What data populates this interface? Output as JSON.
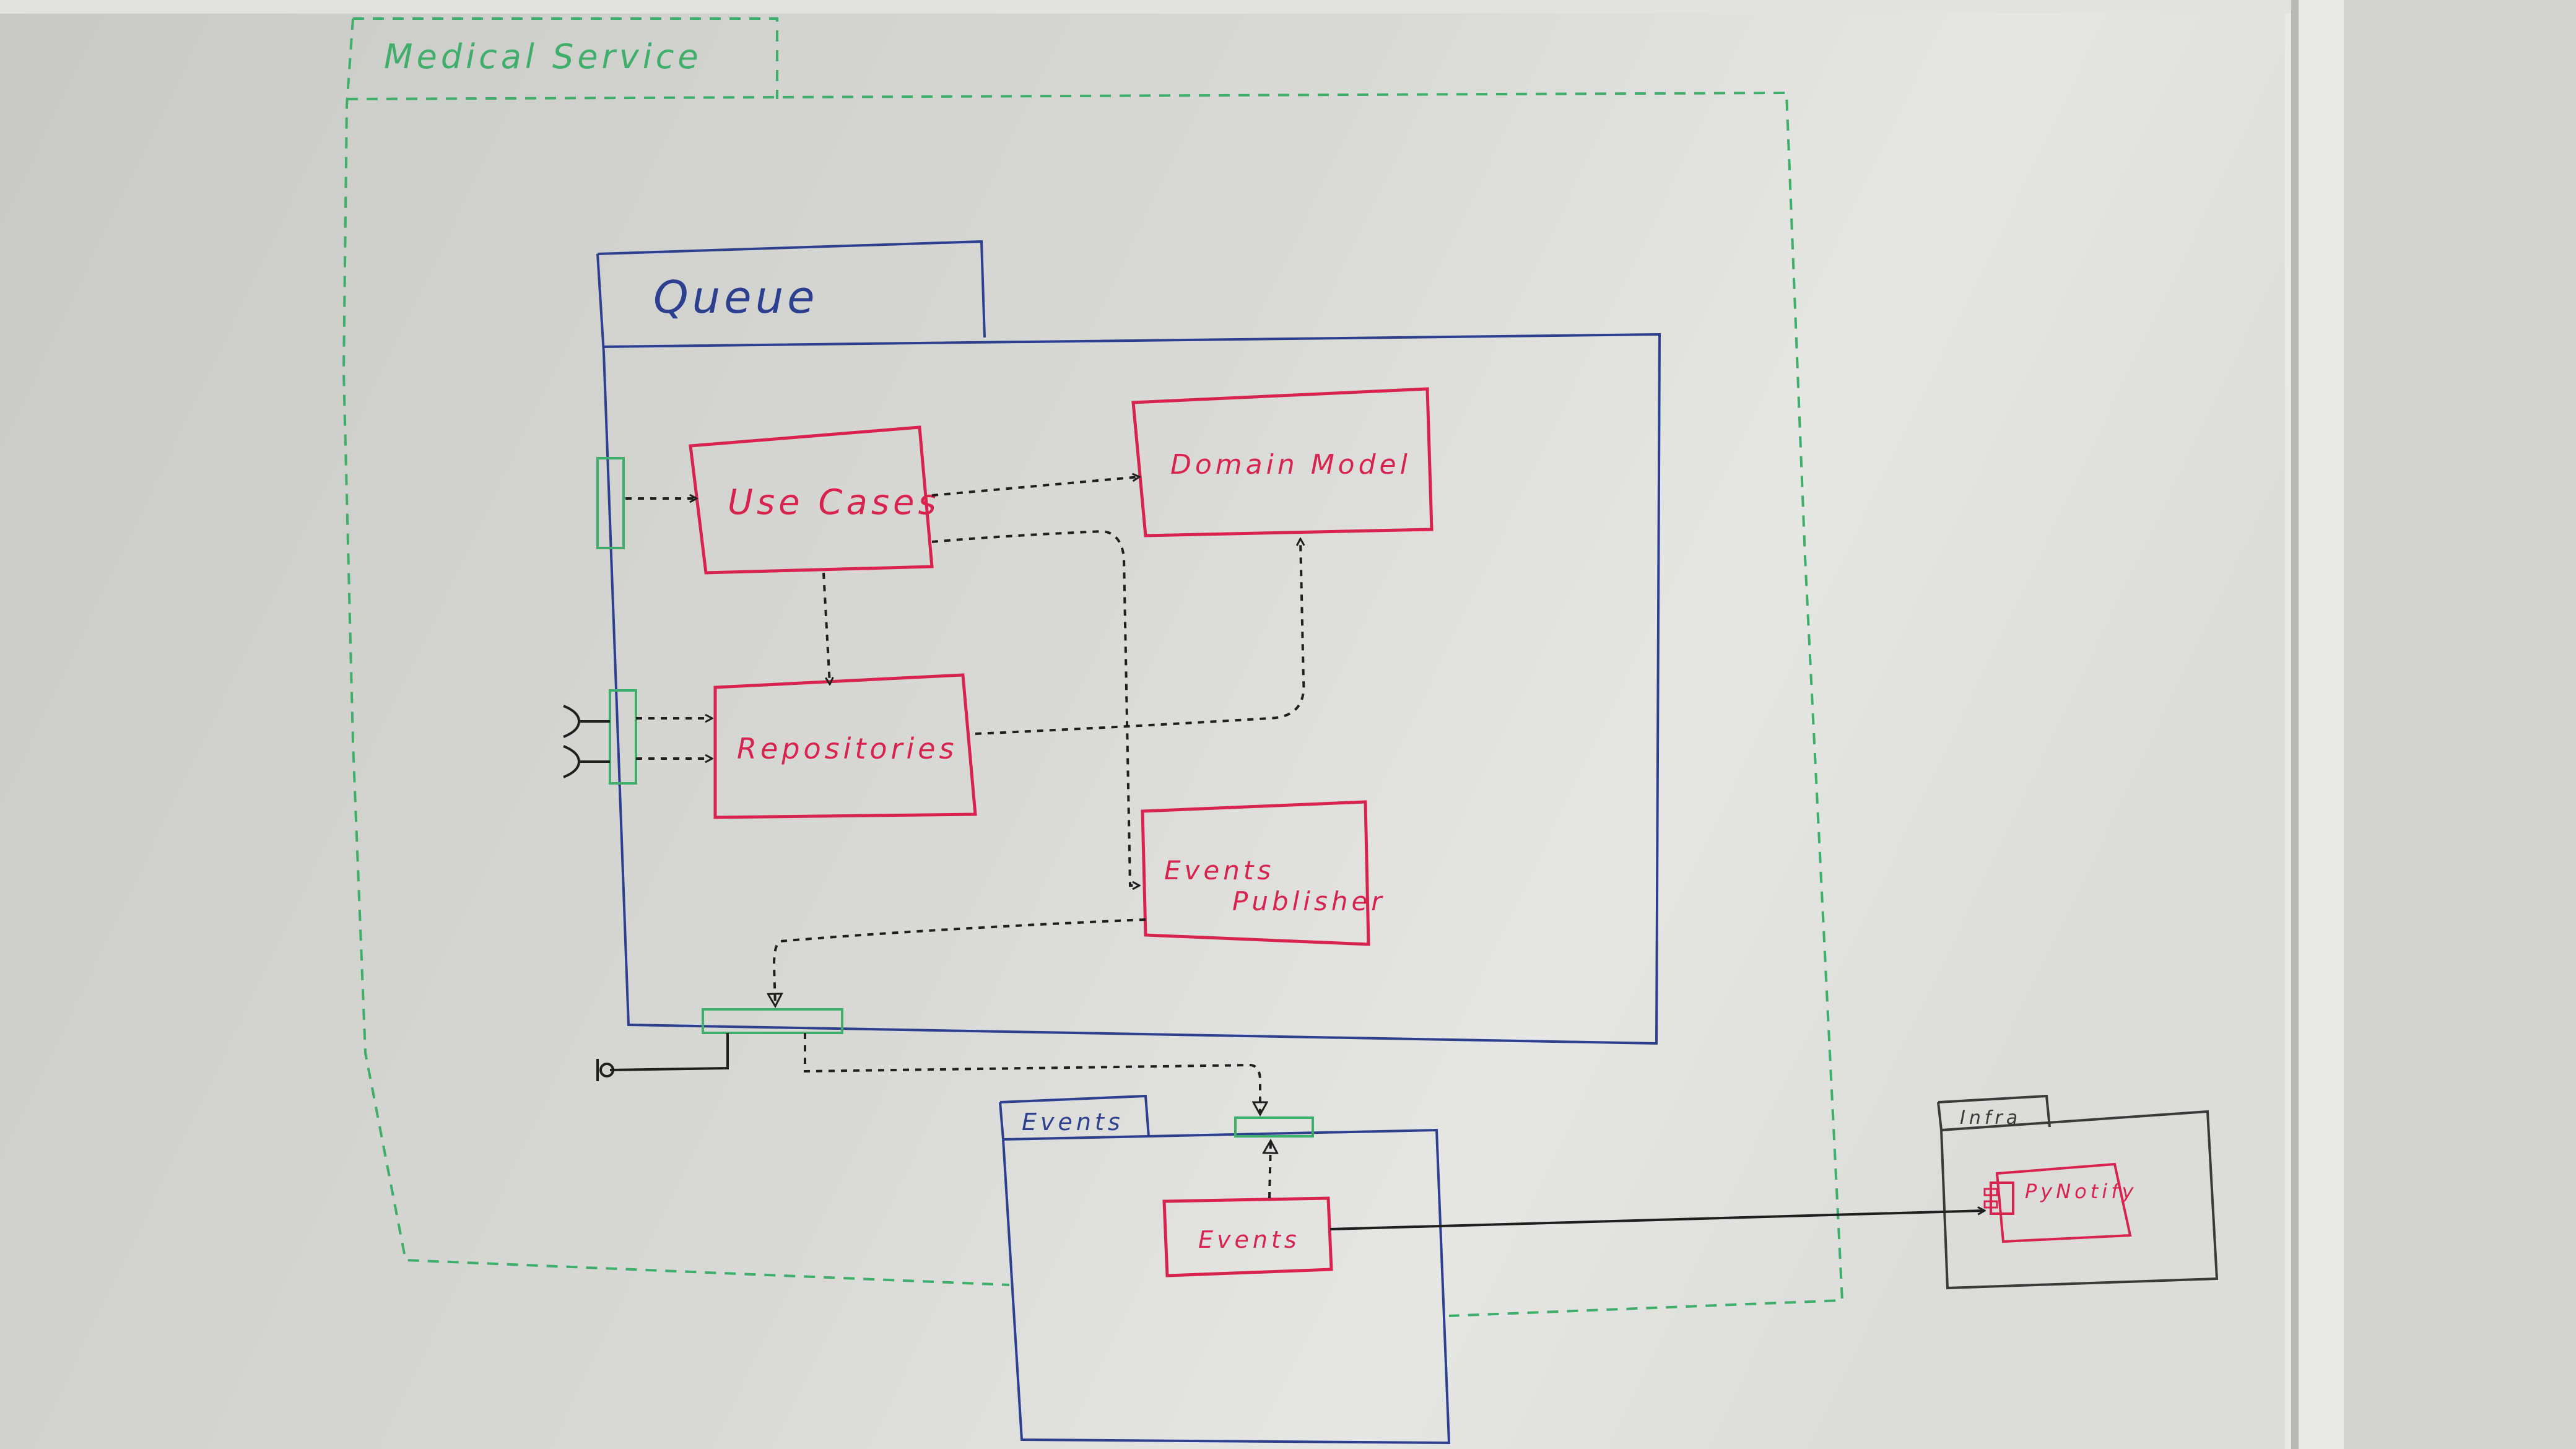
{
  "diagram": {
    "boundary": {
      "label": "Medical Service"
    },
    "packages": [
      {
        "id": "queue",
        "label": "Queue"
      },
      {
        "id": "events-pkg",
        "label": "Events"
      },
      {
        "id": "infra",
        "label": "Infra"
      }
    ],
    "components": [
      {
        "id": "use-cases",
        "label": "Use Cases"
      },
      {
        "id": "domain-model",
        "label": "Domain Model"
      },
      {
        "id": "repositories",
        "label": "Repositories"
      },
      {
        "id": "events-publisher",
        "label_line1": "Events",
        "label_line2": "Publisher"
      },
      {
        "id": "events",
        "label": "Events"
      },
      {
        "id": "pynotify",
        "label": "PyNotify"
      }
    ]
  },
  "colors": {
    "boundary": "#3fae6a",
    "package": "#2d3f8f",
    "component": "#d8234f",
    "port": "#3fae6a",
    "connector": "#1f1f1f"
  }
}
